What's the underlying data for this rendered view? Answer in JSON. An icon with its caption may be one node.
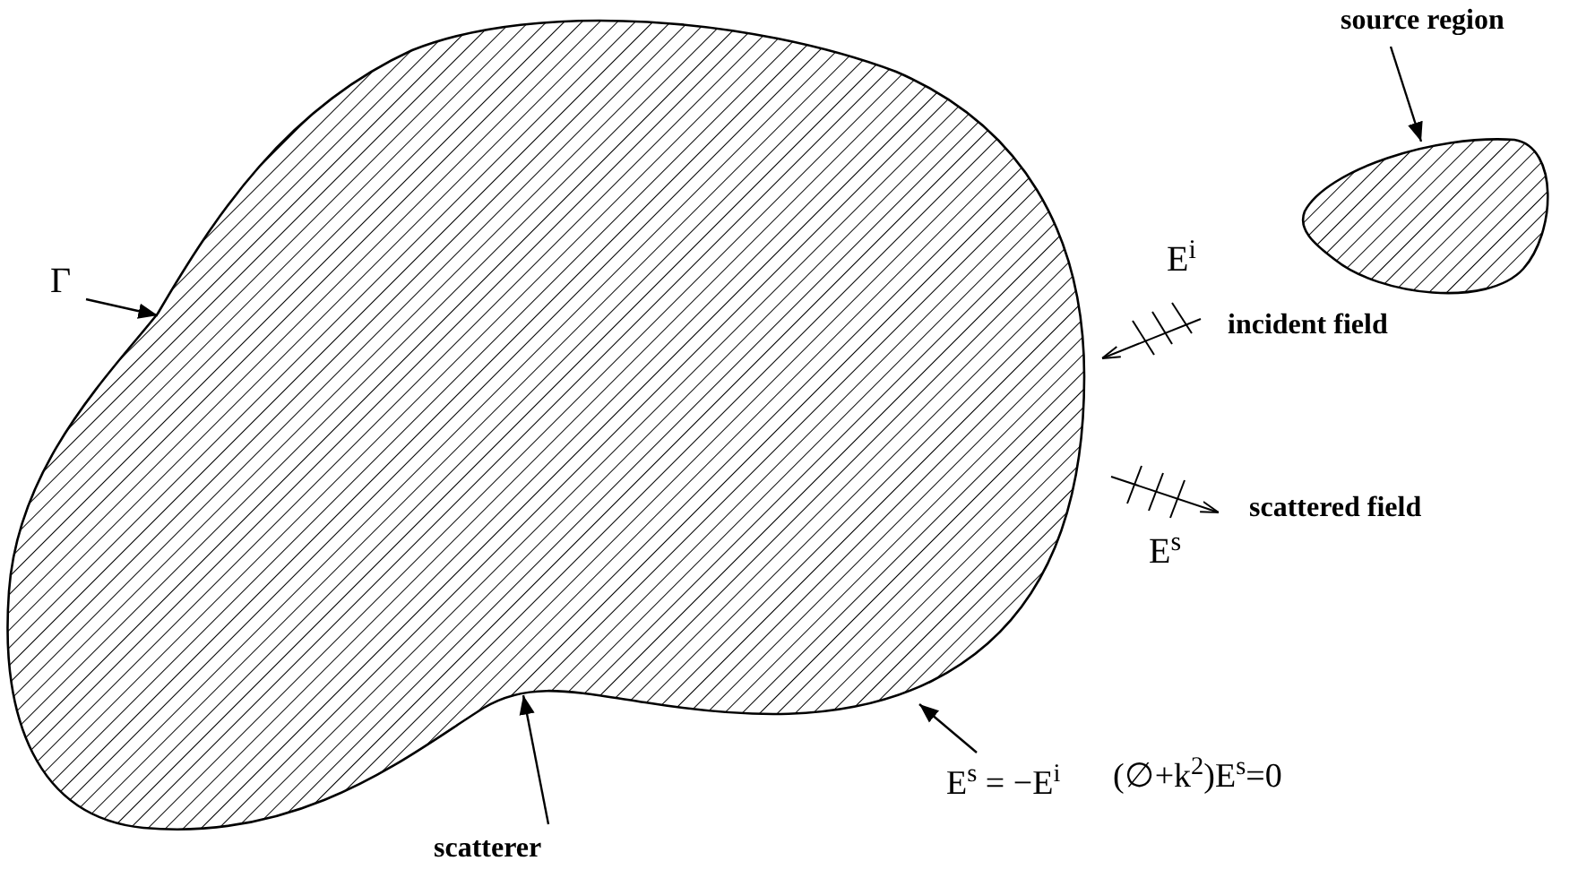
{
  "diagram": {
    "nodes": [
      {
        "text": [],
        "shape": "blob"
      },
      {
        "text": [],
        "shape": "blob"
      },
      {
        "text": [
          "Γ"
        ]
      },
      {
        "text": [
          "scatterer"
        ]
      },
      {
        "text": [
          "E$^{s}$ = −E$^{i}$"
        ]
      },
      {
        "text": [
          "source region"
        ]
      }
    ],
    "edges": [
      {
        "from": 2,
        "to": 0,
        "arrow": "to"
      },
      {
        "from": 3,
        "to": 0,
        "arrow": "to"
      },
      {
        "from": 4,
        "to": 0,
        "arrow": "to"
      },
      {
        "from": 5,
        "to": 1,
        "arrow": "to"
      }
    ],
    "labels": [
      "E$^{i}$",
      "incident field",
      "scattered field",
      "E$^{s}$",
      "(∅+k$^{2}$)E$^{s}$=0"
    ]
  }
}
